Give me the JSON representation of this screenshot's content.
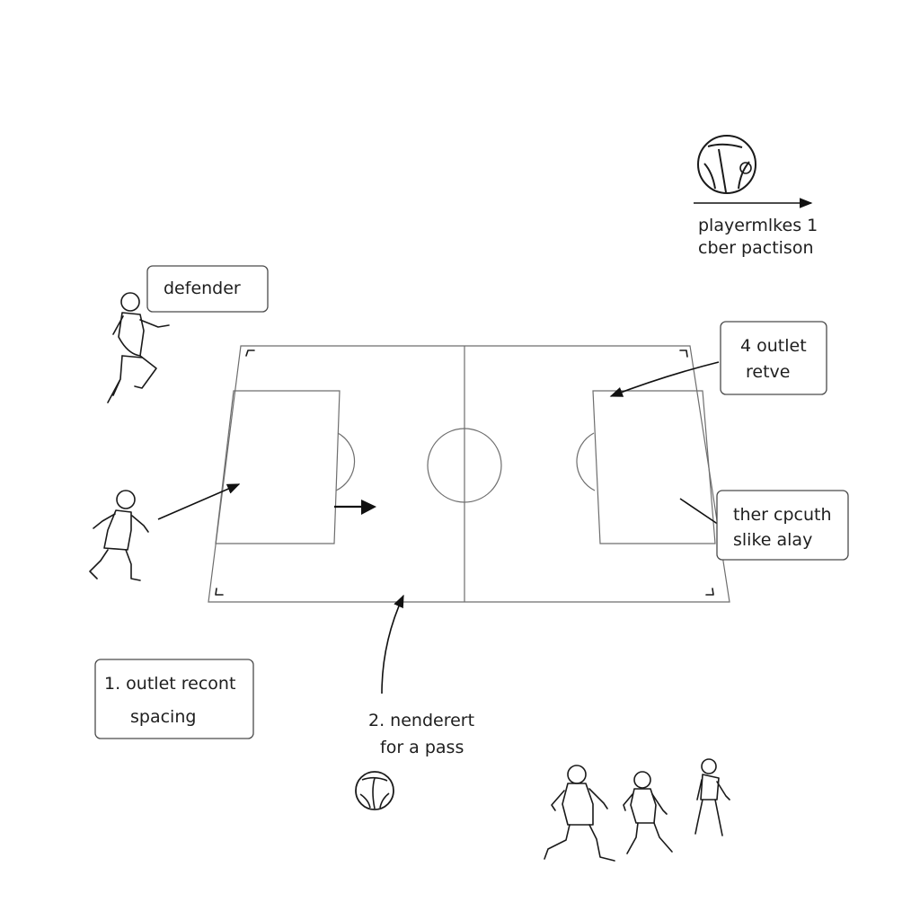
{
  "labels": {
    "defender": "defender",
    "player_line1": "playermlkes 1",
    "player_line2": "cber pactison",
    "outlet4_line1": "4 outlet",
    "outlet4_line2": "retve",
    "cpcuth_line1": "ther cpcuth",
    "cpcuth_line2": "slike alay",
    "outlet1_line1": "1. outlet recont",
    "outlet1_line2": "spacing",
    "render_line1": "2. nenderert",
    "render_line2": "for a pass"
  }
}
